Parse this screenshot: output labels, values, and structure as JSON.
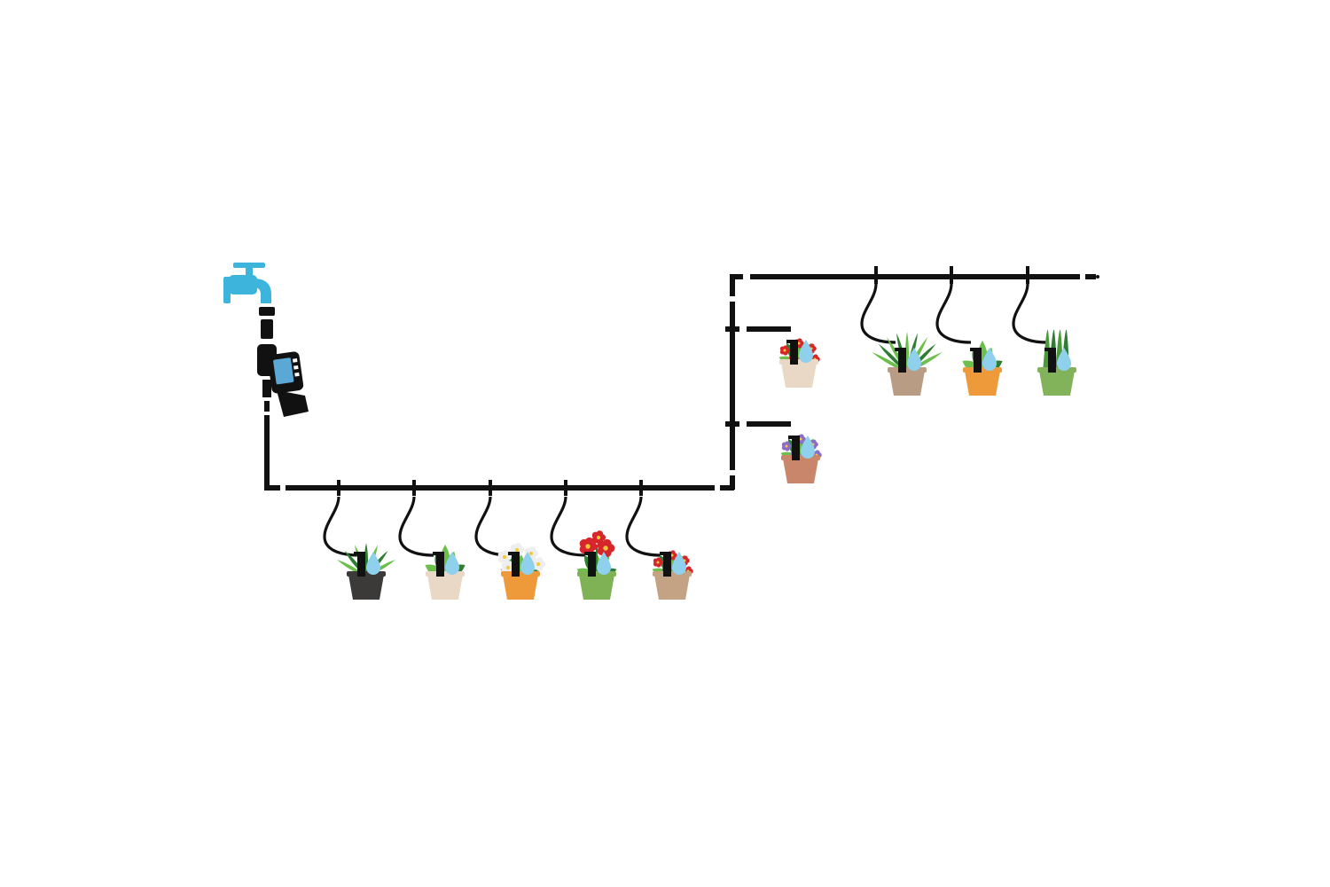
{
  "colors": {
    "pipe": "#111111",
    "faucet": "#3cb4dc",
    "droplet": "#8fd0ec",
    "leaf_dark": "#2f7d32",
    "leaf_light": "#6bbf4a",
    "timer_screen": "#5aa8d6"
  },
  "icons": {
    "faucet": "faucet-icon",
    "timer": "water-timer-icon",
    "dripper": "drip-stake-icon",
    "droplet": "water-droplet-icon"
  },
  "plants": [
    {
      "kind": "spiky-plant",
      "pot_color": "#3c3a38",
      "flower_color": ""
    },
    {
      "kind": "monstera",
      "pot_color": "#ead8c6",
      "flower_color": ""
    },
    {
      "kind": "geranium",
      "pot_color": "#ef9a3a",
      "flower_color": "#eeeeee"
    },
    {
      "kind": "amaryllis",
      "pot_color": "#7fb255",
      "flower_color": "#d7262b"
    },
    {
      "kind": "anthurium",
      "pot_color": "#c4a385",
      "flower_color": "#d7262b"
    },
    {
      "kind": "flowering-shrub",
      "pot_color": "#ead8c6",
      "flower_color": "#d7262b"
    },
    {
      "kind": "african-violet",
      "pot_color": "#c9866a",
      "flower_color": "#8b6cc8"
    },
    {
      "kind": "grass-plant",
      "pot_color": "#b89c84",
      "flower_color": ""
    },
    {
      "kind": "dieffenbachia",
      "pot_color": "#ef9a3a",
      "flower_color": ""
    },
    {
      "kind": "snake-plant",
      "pot_color": "#82b25a",
      "flower_color": ""
    }
  ]
}
